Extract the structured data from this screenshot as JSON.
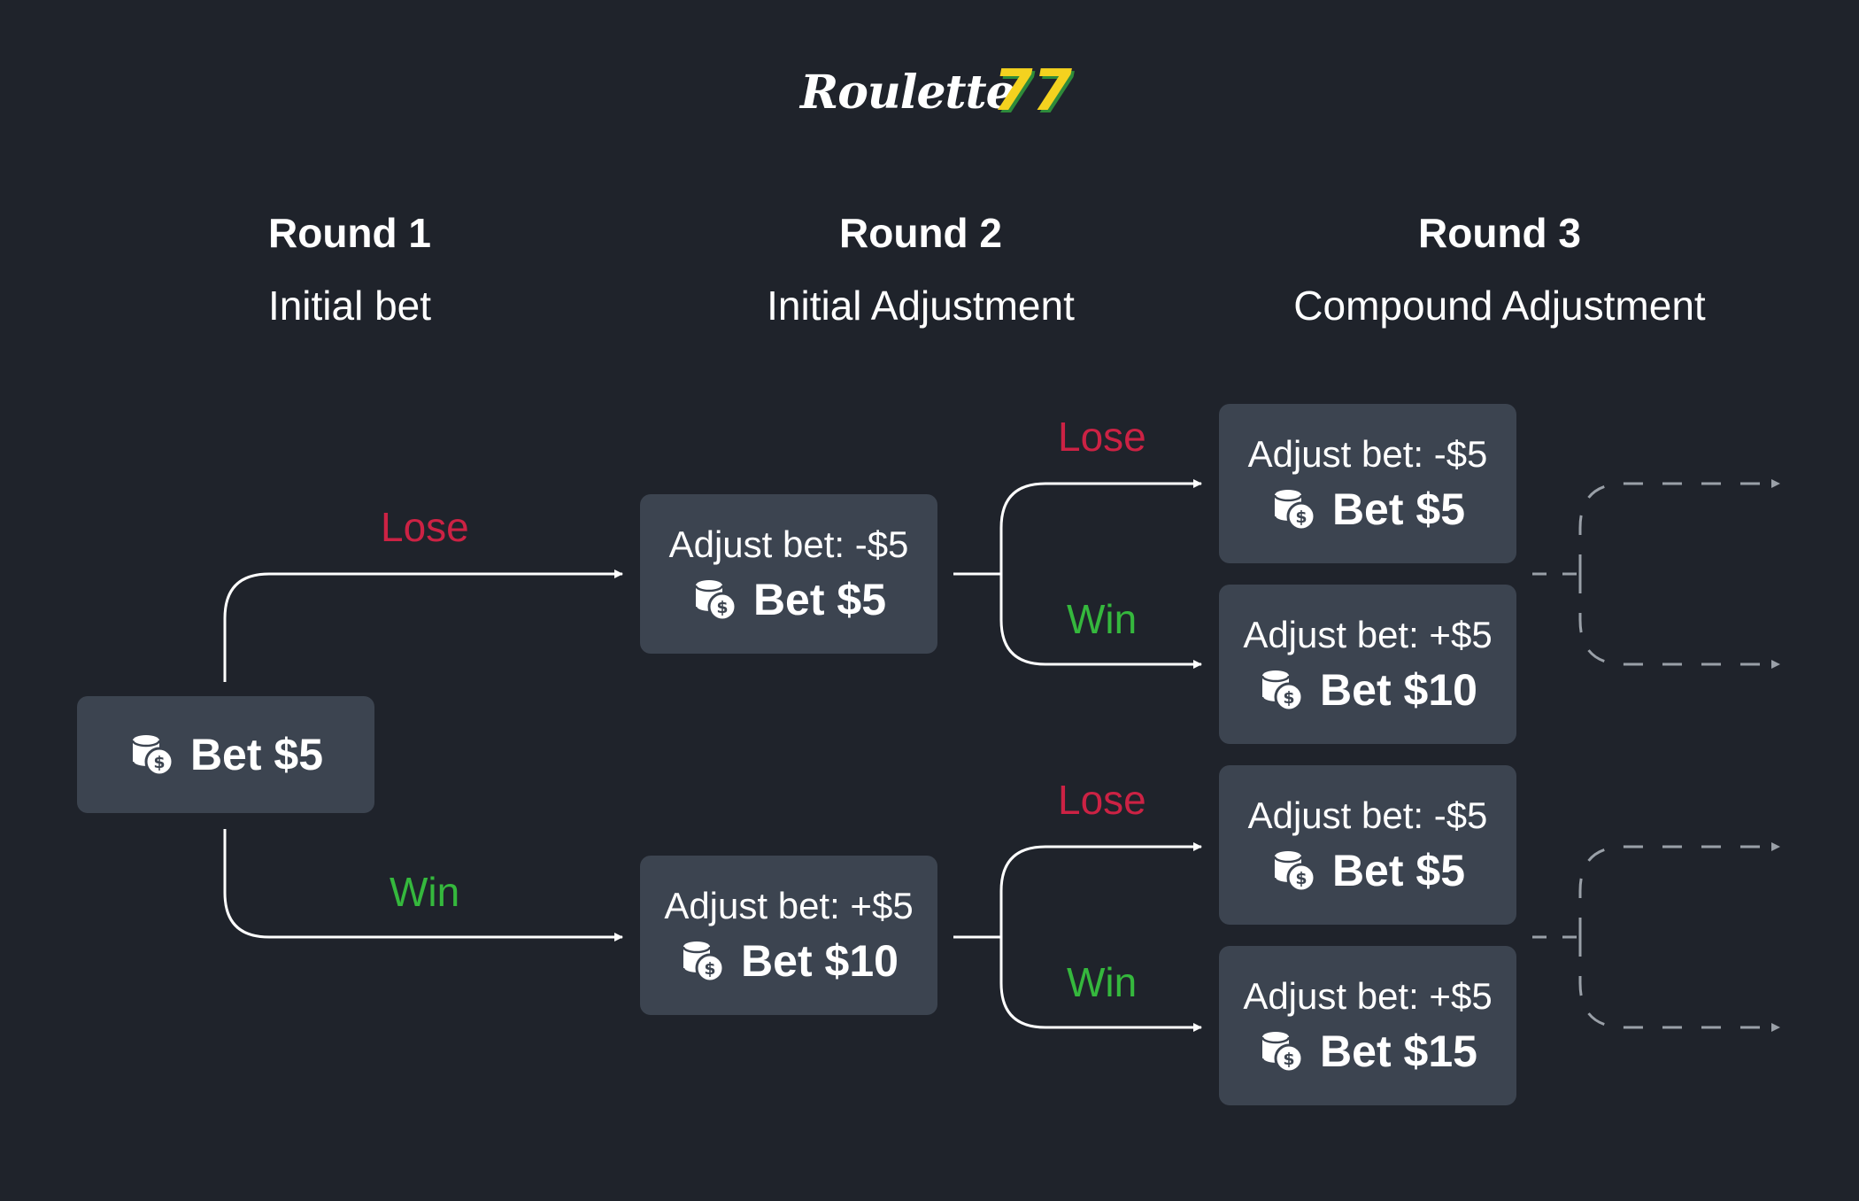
{
  "brand": {
    "logo_word": "Roulette",
    "logo_number": "77"
  },
  "rounds": [
    {
      "title": "Round 1",
      "subtitle": "Initial bet"
    },
    {
      "title": "Round 2",
      "subtitle": "Initial Adjustment"
    },
    {
      "title": "Round 3",
      "subtitle": "Compound Adjustment"
    }
  ],
  "outcome_labels": {
    "lose": "Lose",
    "win": "Win"
  },
  "nodes": {
    "root": {
      "bet": "Bet $5"
    },
    "r2_lose": {
      "adjust": "Adjust bet: -$5",
      "bet": "Bet $5"
    },
    "r2_win": {
      "adjust": "Adjust bet: +$5",
      "bet": "Bet $10"
    },
    "r3_lose_lose": {
      "adjust": "Adjust bet: -$5",
      "bet": "Bet $5"
    },
    "r3_lose_win": {
      "adjust": "Adjust bet: +$5",
      "bet": "Bet $10"
    },
    "r3_win_lose": {
      "adjust": "Adjust bet: -$5",
      "bet": "Bet $5"
    },
    "r3_win_win": {
      "adjust": "Adjust bet: +$5",
      "bet": "Bet $15"
    }
  },
  "icons": {
    "coins": "coins-dollar-icon"
  },
  "colors": {
    "background": "#1f232b",
    "node_fill": "#3c4450",
    "lose": "#cc2244",
    "win": "#35b83d",
    "connector": "#ffffff",
    "continuation": "#9aa0a8"
  }
}
